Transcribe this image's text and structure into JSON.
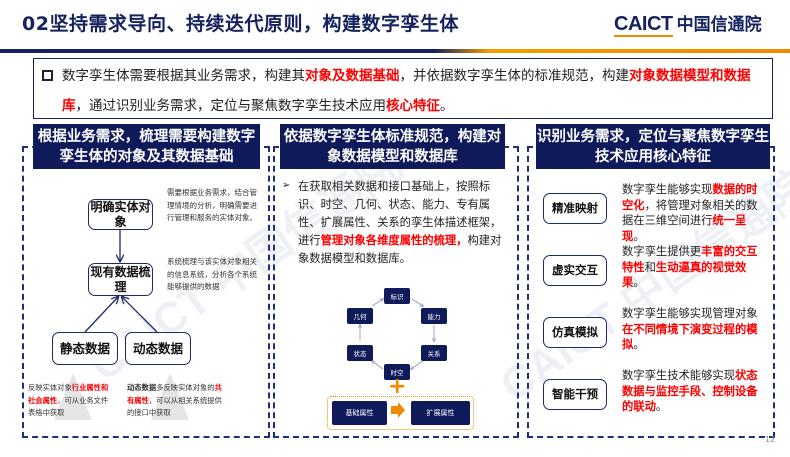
{
  "header": {
    "title": "02坚持需求导向、持续迭代原则，构建数字孪生体",
    "logo_en": "CAICT",
    "logo_cn": "中国信通院"
  },
  "intro": {
    "parts": [
      {
        "t": "数字孪生体需要根据其业务需求，构建其",
        "r": false
      },
      {
        "t": "对象及数据基础",
        "r": true
      },
      {
        "t": "，并依据数字孪生体的标准规范，构建",
        "r": false
      },
      {
        "t": "对象数据模型和数据库",
        "r": true
      },
      {
        "t": "，通过识别业务需求，定位与聚焦数字孪生技术应用",
        "r": false
      },
      {
        "t": "核心特征",
        "r": true
      },
      {
        "t": "。",
        "r": false
      }
    ]
  },
  "panel1": {
    "header": "根据业务需求，梳理需要构建数字孪生体的对象及其数据基础",
    "box_entity": "明确实体对象",
    "box_data": "现有数据梳理",
    "box_static": "静态数据",
    "box_dynamic": "动态数据",
    "note1": "需要根据业务需求，结合管理情境的分析，明确需要进行管理和服务的实体对象。",
    "note2": "系统梳理与该实体对象相关的信息系统，分析各个系统能够提供的数据",
    "static_desc": {
      "a": "反映实体对象",
      "b": "行业属性和社会属性",
      "c": "，可从业务文件表格中获取"
    },
    "dynamic_desc": {
      "a": "动态数据",
      "b": "多反映实体对象的",
      "c": "共有属性",
      "d": "，可以从相关系统提供的接口中获取"
    }
  },
  "panel2": {
    "header": "依据数字孪生体标准规范，构建对象数据模型和数据库",
    "text_a": "在获取相关数据和接口基础上，按照标识、时空、几何、状态、能力、专有属性、扩展属性、关系的孪生体描述框架，进行",
    "text_red": "管理对象各维度属性的梳理，",
    "text_b": "构建对象数据模型和数据库。",
    "cycle": [
      "标识",
      "能力",
      "关系",
      "时空",
      "状态",
      "几何"
    ],
    "plus": "+",
    "base": "基础属性",
    "ext": "扩展属性"
  },
  "panel3": {
    "header": "识别业务需求，定位与聚焦数字孪生技术应用核心特征",
    "items": [
      {
        "label": "精准映射",
        "parts": [
          {
            "t": "数字孪生能够实现",
            "r": false
          },
          {
            "t": "数据的时空化",
            "r": true
          },
          {
            "t": "，将管理对象相关的数据在三维空间进行",
            "r": false
          },
          {
            "t": "统一呈现",
            "r": true
          },
          {
            "t": "。",
            "r": false
          }
        ]
      },
      {
        "label": "虚实交互",
        "parts": [
          {
            "t": "数字孪生提供更",
            "r": false
          },
          {
            "t": "丰富的交互特性",
            "r": true
          },
          {
            "t": "和",
            "r": false
          },
          {
            "t": "生动逼真的视觉效果",
            "r": true
          },
          {
            "t": "。",
            "r": false
          }
        ]
      },
      {
        "label": "仿真模拟",
        "parts": [
          {
            "t": "数字孪生能够实现管理对象",
            "r": false
          },
          {
            "t": "在不同情境下演变过程的模拟",
            "r": true
          },
          {
            "t": "。",
            "r": false
          }
        ]
      },
      {
        "label": "智能干预",
        "parts": [
          {
            "t": "数字孪生技术能够实现",
            "r": false
          },
          {
            "t": "状态数据与监控手段、控制设备的联动",
            "r": true
          },
          {
            "t": "。",
            "r": false
          }
        ]
      }
    ]
  },
  "page_number": "12",
  "colors": {
    "navy": "#0e1a5a",
    "red": "#ff0000",
    "orange": "#f08a00"
  }
}
